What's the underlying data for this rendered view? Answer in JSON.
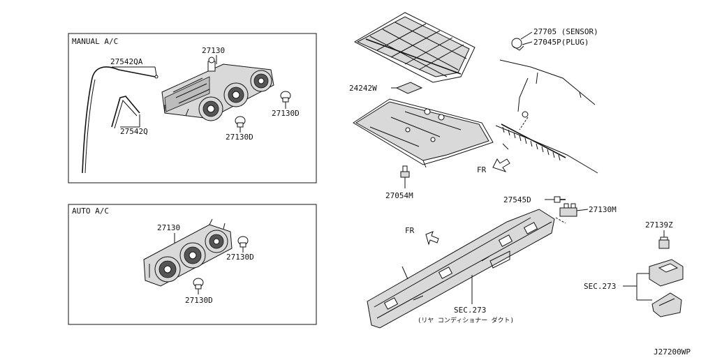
{
  "boxes": {
    "manual_title": "MANUAL A/C",
    "auto_title": "AUTO A/C"
  },
  "labels": {
    "manual_27130": "27130",
    "manual_27542qa": "27542QA",
    "manual_27542q": "27542Q",
    "manual_27130d_a": "27130D",
    "manual_27130d_b": "27130D",
    "auto_27130": "27130",
    "auto_27130d_a": "27130D",
    "auto_27130d_b": "27130D",
    "p24242w": "24242W",
    "p27054m": "27054M",
    "p27705": "27705 (SENSOR)",
    "p27045p": "27045P(PLUG)",
    "fr_upper": "FR",
    "fr_lower": "FR",
    "p27545d": "27545D",
    "p27130m": "27130M",
    "sec273_duct": "SEC.273",
    "sec273_duct_note": "(リヤ コンディショナー ダクト)",
    "p27139z": "27139Z",
    "sec273_right": "SEC.273",
    "diagram_code": "J27200WP"
  }
}
